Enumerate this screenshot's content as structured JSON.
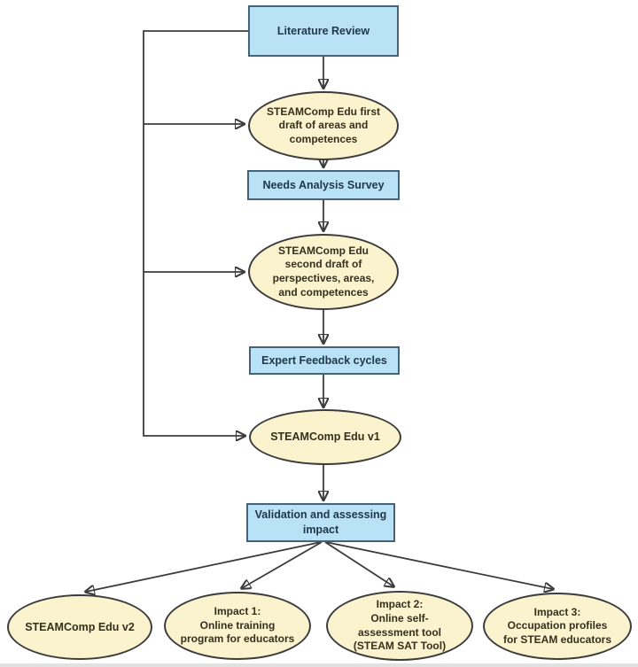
{
  "diagram": {
    "type": "flowchart",
    "nodes": {
      "literature_review": {
        "label": "Literature Review",
        "shape": "rect"
      },
      "first_draft": {
        "label": "STEAMComp Edu first\ndraft of areas and\ncompetences",
        "shape": "ellipse"
      },
      "needs_analysis": {
        "label": "Needs Analysis Survey",
        "shape": "rect"
      },
      "second_draft": {
        "label": "STEAMComp Edu\nsecond draft of\nperspectives, areas,\nand competences",
        "shape": "ellipse"
      },
      "expert_feedback": {
        "label": "Expert Feedback cycles",
        "shape": "rect"
      },
      "v1": {
        "label": "STEAMComp Edu v1",
        "shape": "ellipse"
      },
      "validation": {
        "label": "Validation and assessing\nimpact",
        "shape": "rect"
      },
      "v2": {
        "label": "STEAMComp Edu v2",
        "shape": "ellipse"
      },
      "impact1": {
        "label": "Impact 1:\nOnline training\nprogram for educators",
        "shape": "ellipse"
      },
      "impact2": {
        "label": "Impact 2:\nOnline self-\nassessment tool\n(STEAM SAT Tool)",
        "shape": "ellipse"
      },
      "impact3": {
        "label": "Impact 3:\nOccupation profiles\nfor STEAM educators",
        "shape": "ellipse"
      }
    },
    "edges": [
      {
        "from": "literature_review",
        "to": "first_draft"
      },
      {
        "from": "first_draft",
        "to": "needs_analysis"
      },
      {
        "from": "needs_analysis",
        "to": "second_draft"
      },
      {
        "from": "second_draft",
        "to": "expert_feedback"
      },
      {
        "from": "expert_feedback",
        "to": "v1"
      },
      {
        "from": "v1",
        "to": "validation"
      },
      {
        "from": "validation",
        "to": "v2"
      },
      {
        "from": "validation",
        "to": "impact1"
      },
      {
        "from": "validation",
        "to": "impact2"
      },
      {
        "from": "validation",
        "to": "impact3"
      },
      {
        "from": "literature_review",
        "to": "first_draft",
        "route": "left-loop"
      },
      {
        "from": "literature_review",
        "to": "second_draft",
        "route": "left-loop"
      },
      {
        "from": "literature_review",
        "to": "v1",
        "route": "left-loop"
      }
    ]
  },
  "colors": {
    "canvas": "#ffffff",
    "rect_fill": "#b9e2f6",
    "rect_border": "#44637a",
    "rect_text": "#21384c",
    "ellipse_fill": "#faf3cd",
    "ellipse_border": "#3c3c3c",
    "ellipse_text": "#35301e",
    "line": "#3c3c3c"
  }
}
